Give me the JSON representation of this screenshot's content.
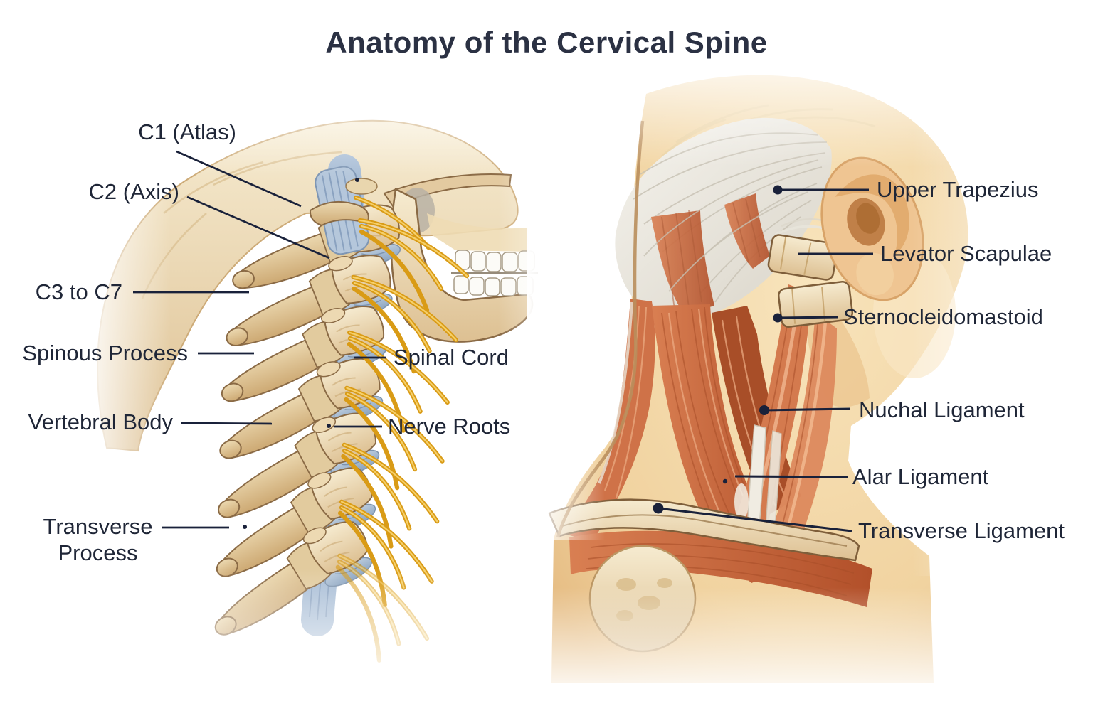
{
  "title": "Anatomy of the Cervical Spine",
  "colors": {
    "label_text": "#1f2637",
    "title_text": "#2b3143",
    "leader_line": "#19213a",
    "bone": "#e8d3a9",
    "disc_ligament": "#9fb5ce",
    "spinal_cord": "#b5c7db",
    "nerve": "#d99b16",
    "muscle": "#c9673e",
    "fascia": "#efede7",
    "skin": "#f3d8a9"
  },
  "left_panel": {
    "labels": [
      {
        "text": "C1 (Atlas)"
      },
      {
        "text": "C2 (Axis)"
      },
      {
        "text": "C3 to C7"
      },
      {
        "text": "Spinous Process"
      },
      {
        "text": "Vertebral Body"
      },
      {
        "text": "Transverse Process"
      },
      {
        "text": "Spinal Cord"
      },
      {
        "text": "Nerve Roots"
      }
    ]
  },
  "right_panel": {
    "labels": [
      {
        "text": "Upper Trapezius"
      },
      {
        "text": "Levator Scapulae"
      },
      {
        "text": "Sternocleidomastoid"
      },
      {
        "text": "Nuchal Ligament"
      },
      {
        "text": "Alar Ligament"
      },
      {
        "text": "Transverse Ligament"
      }
    ]
  }
}
